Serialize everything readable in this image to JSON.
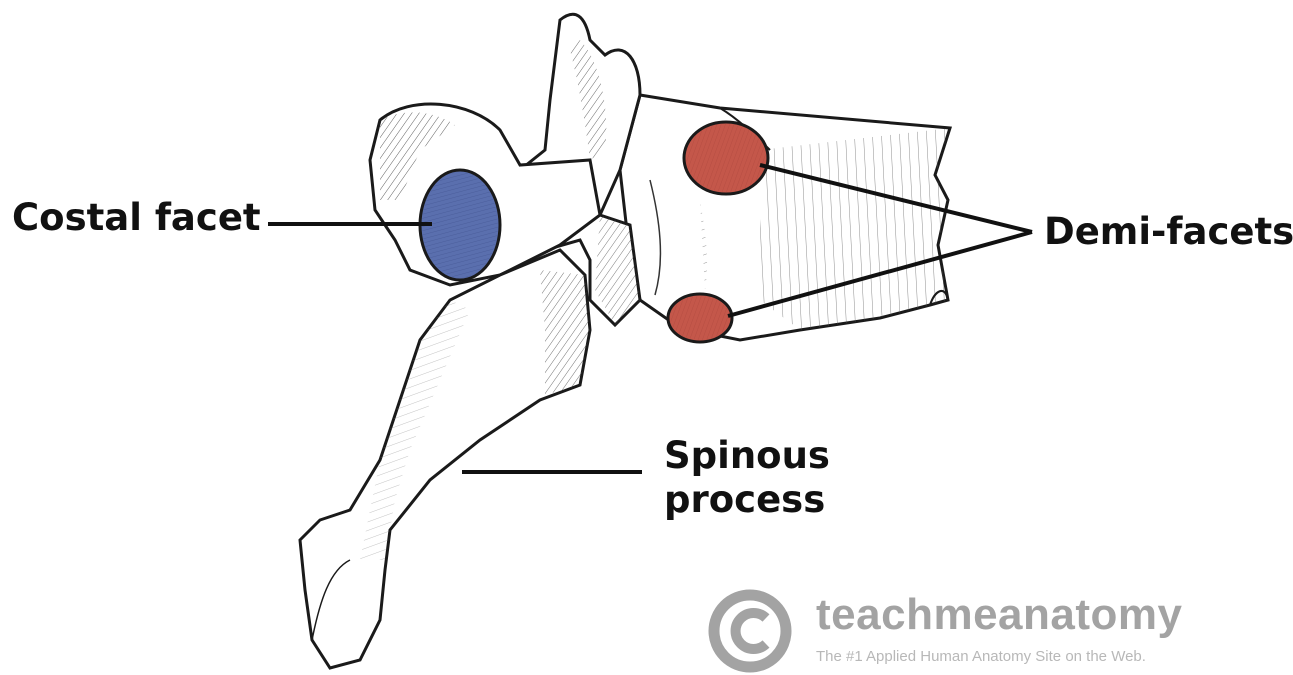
{
  "labels": {
    "costal_facet": "Costal facet",
    "demi_facets": "Demi-facets",
    "spinous_line1": "Spinous",
    "spinous_line2": "process"
  },
  "watermark": {
    "brand": "teachmeanatomy",
    "tagline": "The #1 Applied Human Anatomy Site on the Web."
  },
  "colors": {
    "costal_facet": "#5a6fae",
    "demi_facet": "#c4574a",
    "bone_outline": "#1a1a1a",
    "leader_line": "#111111",
    "watermark": "#a3a3a3"
  }
}
